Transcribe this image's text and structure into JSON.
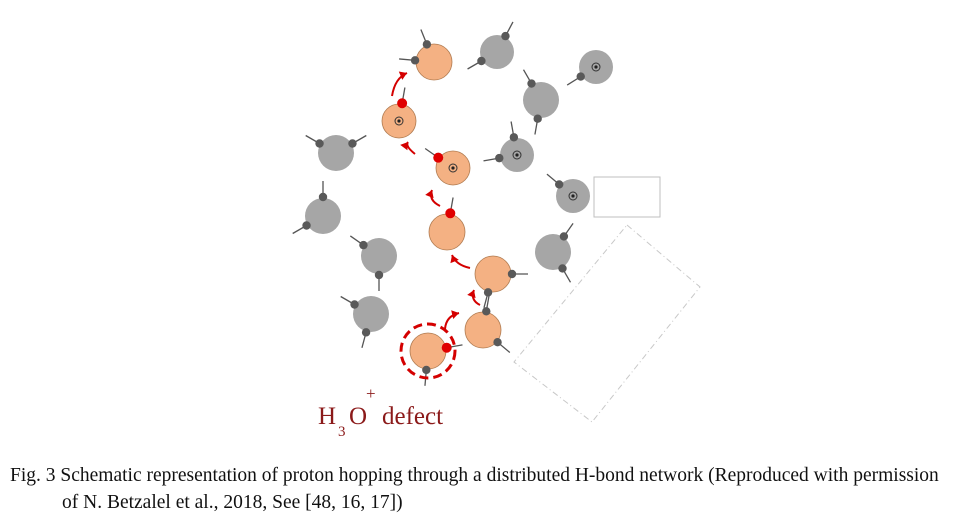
{
  "diagram": {
    "label_main": "H",
    "label_sub": "3",
    "label_o": "O",
    "label_sup": "+",
    "label_word": "defect",
    "colors": {
      "hydronium": "#f4b183",
      "water": "#a6a6a6",
      "hydrogen": "#595959",
      "proton": "#e00000",
      "arrow": "#d40000"
    }
  },
  "caption": {
    "line1": "Fig. 3 Schematic representation of proton hopping through a distributed H-bond network (Reproduced with permission",
    "line2": "of N. Betzalel et al., 2018, See [48, 16, 17])"
  }
}
